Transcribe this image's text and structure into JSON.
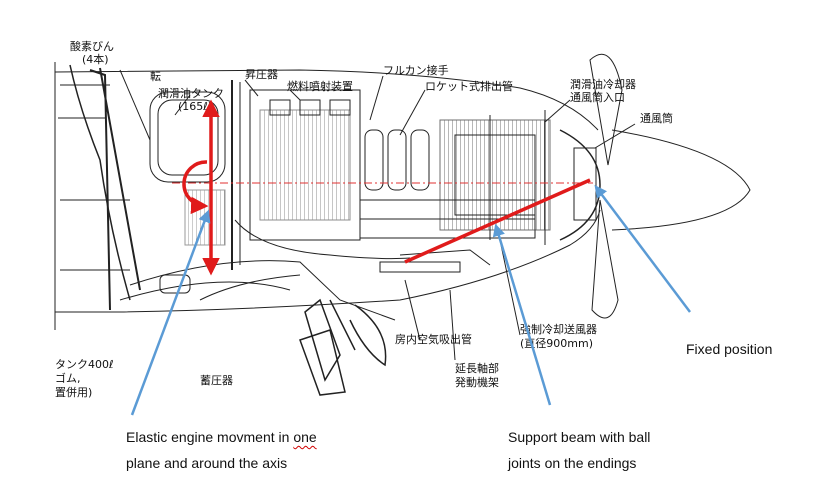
{
  "drawing_labels": {
    "oxygen_bottle": "酸素びん",
    "oxygen_sub": "(4本)",
    "rotary_partial": "転",
    "lube_tank": "潤滑油タンク",
    "lube_tank_capacity": "(165ℓ)",
    "pressure_regulator": "昇圧器",
    "fuel_device": "燃料噴射装置",
    "vulcan_coupling": "フルカン接手",
    "rocket_exhaust": "ロケット式排出管",
    "oil_cooler_inlet": "潤滑油冷却器",
    "oil_cooler_inlet_2": "通風筒入口",
    "vent_duct": "通風筒",
    "cabin_air_intake": "房内空気吸出管",
    "forced_cooling_fan": "強制冷却送風器",
    "fan_diameter": "(直径900mm)",
    "extension_shaft": "延長軸部",
    "engine_mount": "発動機架",
    "accumulator": "蓄圧器",
    "tank_400": "タンク400ℓ",
    "rubber": "ゴム,",
    "combined_use": "置併用)"
  },
  "annotations": {
    "elastic_line1_a": "Elastic engine movment in ",
    "elastic_line1_b": "one",
    "elastic_line2": "plane and around the axis",
    "support_line1": "Support beam with ball",
    "support_line2": "joints on the endings",
    "fixed": "Fixed position"
  },
  "colors": {
    "ink": "#222222",
    "red_marker": "#e01b1b",
    "blue_arrow": "#5b9bd5",
    "axis_line": "#e03030"
  }
}
